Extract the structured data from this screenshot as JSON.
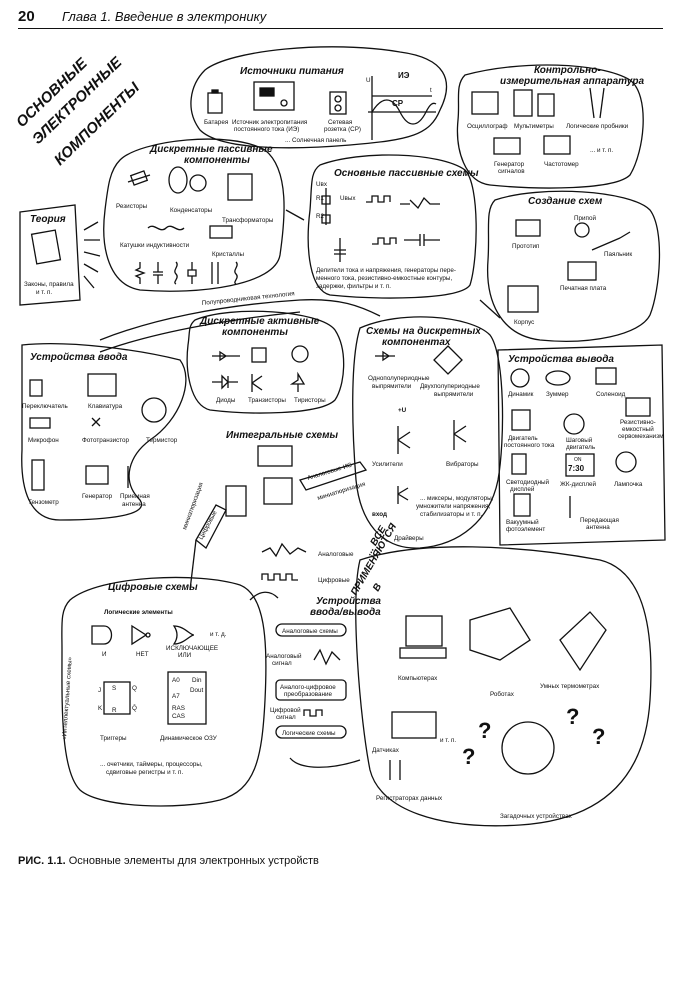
{
  "header": {
    "page_number": "20",
    "chapter": "Глава 1. Введение в электронику"
  },
  "main_title": [
    "ОСНОВНЫЕ",
    "ЭЛЕКТРОННЫЕ",
    "КОМПОНЕНТЫ"
  ],
  "power": {
    "title": "Источники питания",
    "items": [
      "Батарея",
      "Источник электропитания",
      "постоянного тока (ИЭ)",
      "Сетевая",
      "розетка (СР)"
    ],
    "solar": "... Солнечная панель",
    "ie": "ИЭ",
    "sr": "СР",
    "u": "U",
    "t": "t"
  },
  "instruments": {
    "title": [
      "Контрольно-",
      "измерительная аппаратура"
    ],
    "items": [
      "Осциллограф",
      "Мультиметры",
      "Логические пробники",
      "Генератор",
      "сигналов",
      "Частотомер",
      "... и т. п."
    ]
  },
  "discrete_passive": {
    "title": [
      "Дискретные пассивные",
      "компоненты"
    ],
    "items": [
      "Резисторы",
      "Конденсаторы",
      "Трансформаторы",
      "Катушки индуктивности",
      "Кристаллы"
    ]
  },
  "passive_circuits": {
    "title": "Основные пассивные схемы",
    "desc": [
      "Делители тока и напряжения, генераторы пере-",
      "менного тока, резистивно-емкостные контуры,",
      "задержки, фильтры и т. п."
    ],
    "labels": [
      "Uвх",
      "R1",
      "R2",
      "Uвых"
    ]
  },
  "theory": {
    "title": "Теория",
    "desc": [
      "Законы, правила",
      "и т. п."
    ]
  },
  "circuit_building": {
    "title": "Создание схем",
    "items": [
      "Прототип",
      "Припой",
      "Паяльник",
      "Печатная плата",
      "Корпус"
    ]
  },
  "semiconductor_tech": "Полупроводниковая технология",
  "discrete_active": {
    "title": [
      "Дискретные активные",
      "компоненты"
    ],
    "items": [
      "Диоды",
      "Транзисторы",
      "Тиристоры"
    ]
  },
  "discrete_circuits": {
    "title": [
      "Схемы на дискретных",
      "компонентах"
    ],
    "items": [
      "Однополупериодные",
      "выпрямители",
      "Двухполупериодные",
      "выпрямители",
      "Усилители",
      "Вибраторы",
      "... миксеры, модуляторы,",
      "умножители напряжения,",
      "стабилизаторы и т. п.",
      "Драйверы",
      "вход",
      "+U"
    ]
  },
  "input_devices": {
    "title": "Устройства ввода",
    "items": [
      "Переключатель",
      "Клавиатура",
      "Микрофон",
      "Фототранзистор",
      "Термистор",
      "Тензометр",
      "Генератор",
      "Приемная",
      "антенна"
    ]
  },
  "output_devices": {
    "title": "Устройства вывода",
    "items": [
      "Динамик",
      "Зуммер",
      "Соленоид",
      "Шаговый",
      "двигатель",
      "Резистивно-",
      "емкостный",
      "сервомеханизм",
      "Двигатель",
      "постоянного тока",
      "Светодиодный",
      "дисплей",
      "ЖК-дисплей",
      "Лампочка",
      "Вакуумный",
      "фотоэлемент",
      "Передающая",
      "антенна"
    ],
    "lcd_on": "ON",
    "lcd_time": "7:30"
  },
  "integrated": {
    "title": "Интегральные схемы",
    "analog_ic": "Аналоговые ИС",
    "miniaturization": "миниатюризация",
    "digital": "Цифровые",
    "analog_label": "Аналоговые",
    "digital_label": "Цифровые"
  },
  "io_chain": {
    "title": [
      "Устройства",
      "ввода/вывода"
    ],
    "items": [
      "Аналоговые схемы",
      "Аналоговый",
      "сигнал",
      "Аналого-цифровое",
      "преобразование",
      "Цифровой",
      "сигнал",
      "Логические схемы"
    ]
  },
  "applied": {
    "title": [
      "... ВСЕ",
      "ПРИМЕНЯЮТСЯ",
      "В"
    ],
    "items": [
      "Компьютерах",
      "Роботах",
      "Умных термометрах",
      "Датчиках",
      "и т. п.",
      "Регистраторах данных",
      "Загадочных устройствах"
    ]
  },
  "digital_circuits": {
    "title": "Цифровые схемы",
    "subtitle": "Логические элементы",
    "gates": [
      "И",
      "НЕТ",
      "ИСКЛЮЧАЮЩЕЕ",
      "ИЛИ",
      "и т. д."
    ],
    "items": [
      "Триггеры",
      "Динамическое ОЗУ"
    ],
    "pins": [
      "J",
      "S",
      "Q",
      "Q̄",
      "K",
      "R",
      "A0",
      "A7",
      "Din",
      "Dout",
      "RAS",
      "CAS"
    ],
    "more": [
      "... очетчики, таймеры, процессоры,",
      "сдвиговые регистры и т. п."
    ],
    "side": "«Интеллектуальные схемы»"
  },
  "caption": {
    "label": "РИС. 1.1.",
    "text": " Основные элементы для электронных устройств"
  }
}
